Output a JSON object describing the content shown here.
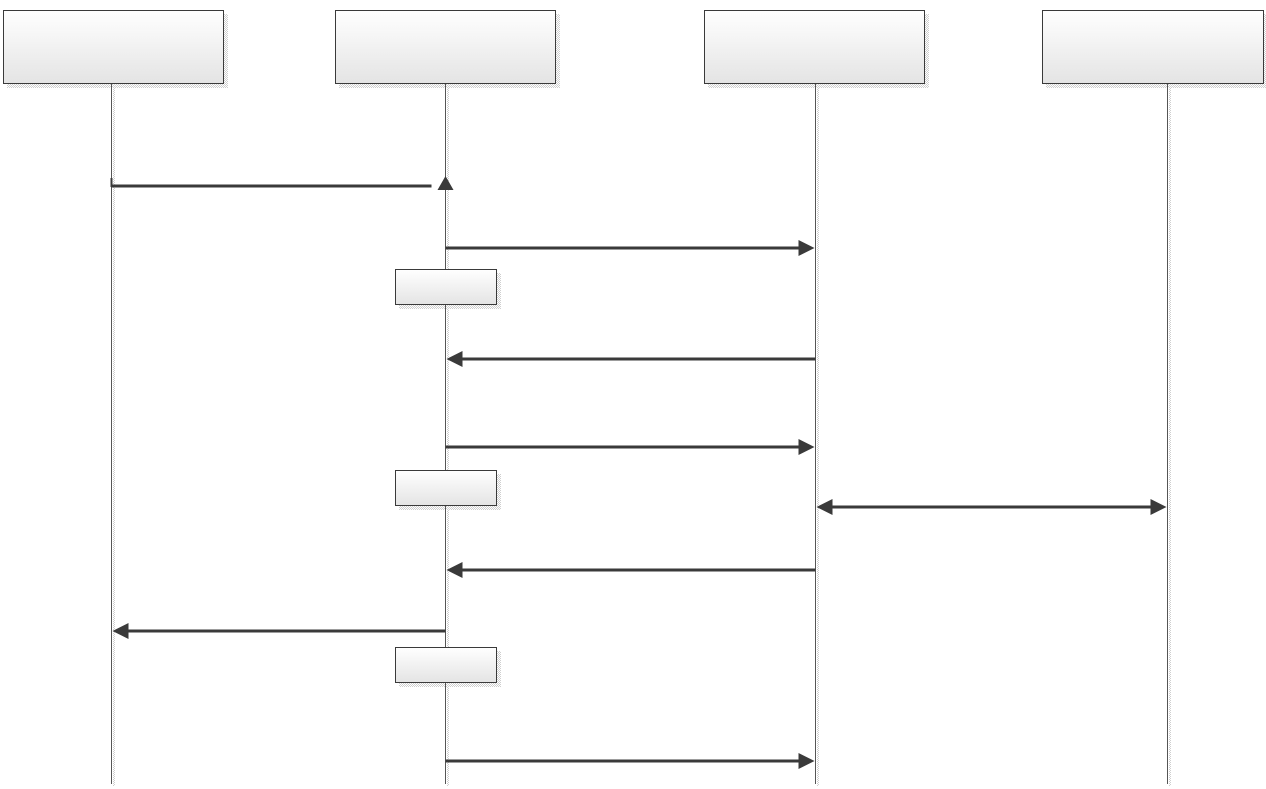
{
  "diagram": {
    "type": "sequence",
    "top_cut_text": "",
    "colors": {
      "line": "#3a3a3a",
      "box_border": "#3a3a3a",
      "box_fill_top": "#ffffff",
      "box_fill_bottom": "#e4e4e4",
      "shadow": "#cfcfcf"
    },
    "participants": [
      {
        "id": "p1",
        "label": ""
      },
      {
        "id": "p2",
        "label": ""
      },
      {
        "id": "p3",
        "label": ""
      },
      {
        "id": "p4",
        "label": ""
      }
    ],
    "messages": [
      {
        "from": "p1",
        "to": "p2",
        "label": "",
        "arrow": "end"
      },
      {
        "from": "p2",
        "to": "p3",
        "label": "",
        "arrow": "end"
      },
      {
        "self_process": "p2",
        "label": ""
      },
      {
        "from": "p3",
        "to": "p2",
        "label": "",
        "arrow": "end"
      },
      {
        "from": "p2",
        "to": "p3",
        "label": "",
        "arrow": "end"
      },
      {
        "self_process": "p2",
        "label": ""
      },
      {
        "from": "p3",
        "to": "p4",
        "label": "",
        "arrow": "both"
      },
      {
        "from": "p3",
        "to": "p2",
        "label": "",
        "arrow": "end"
      },
      {
        "from": "p2",
        "to": "p1",
        "label": "",
        "arrow": "end"
      },
      {
        "self_process": "p2",
        "label": ""
      },
      {
        "from": "p2",
        "to": "p3",
        "label": "",
        "arrow": "end"
      }
    ]
  }
}
